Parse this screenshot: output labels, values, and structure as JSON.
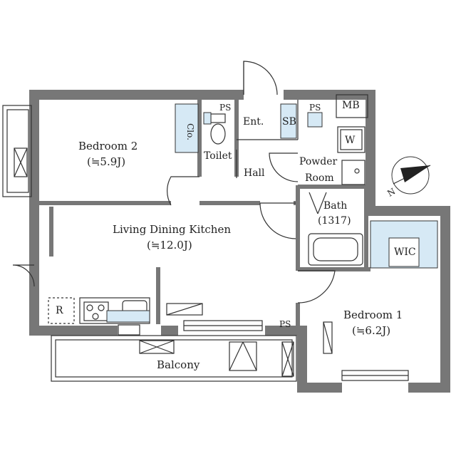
{
  "rooms": {
    "bedroom2": {
      "name": "Bedroom 2",
      "area": "(≒5.9J)"
    },
    "ldk": {
      "name": "Living Dining Kitchen",
      "area": "(≒12.0J)"
    },
    "bedroom1": {
      "name": "Bedroom 1",
      "area": "(≒6.2J)"
    },
    "toilet": "Toilet",
    "hall": "Hall",
    "entrance": "Ent.",
    "powder_room_line1": "Powder",
    "powder_room_line2": "Room",
    "bath": {
      "name": "Bath",
      "size": "(1317)"
    },
    "balcony": "Balcony",
    "wic": "WIC",
    "closet": "Clo."
  },
  "fixtures": {
    "ps_labels": [
      "PS",
      "PS",
      "PS"
    ],
    "shoe_box": "SB",
    "meter_box": "MB",
    "washer": "W",
    "refrigerator": "R"
  },
  "compass": {
    "north_label": "N"
  },
  "colors": {
    "wall": "#777777",
    "storage": "#d6e9f5",
    "line": "#333333"
  }
}
